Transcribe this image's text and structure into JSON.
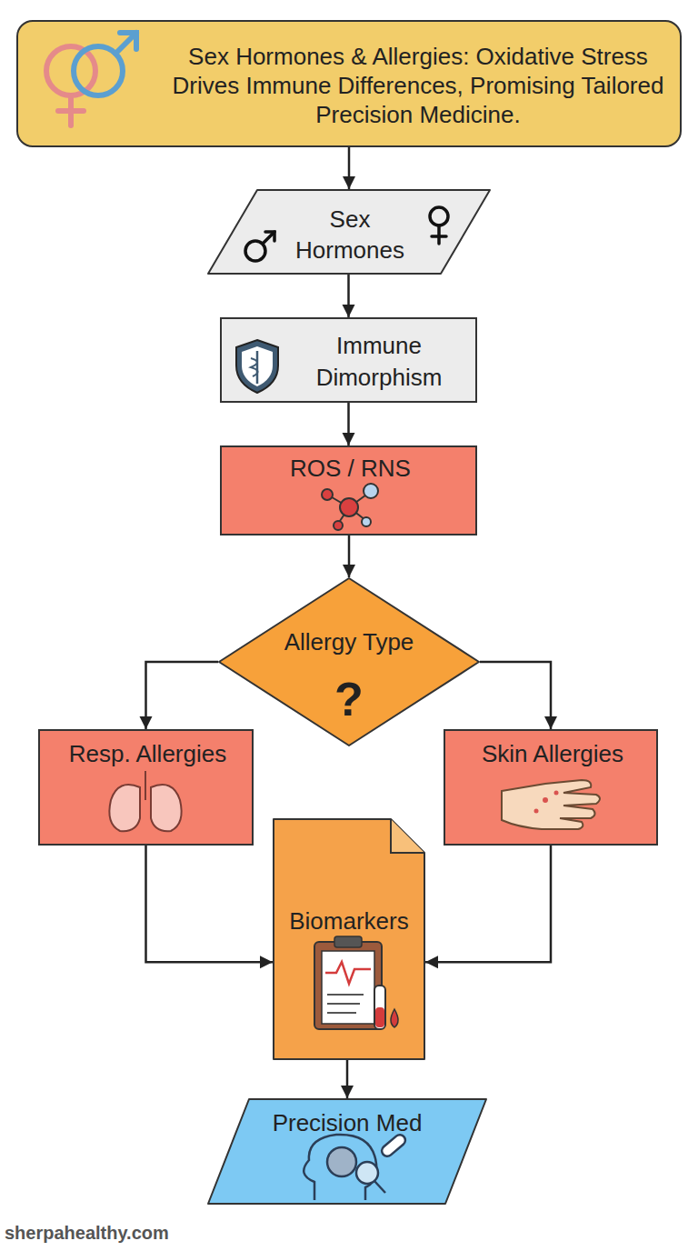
{
  "diagram": {
    "nodes": [
      {
        "text": [
          "Sex Hormones & Allergies: Oxidative Stress Drives Immune Differences, Promising Tailored Precision Medicine."
        ]
      },
      {
        "text": [
          "Sex Hormones"
        ]
      },
      {
        "text": [
          "Immune Dimorphism"
        ]
      },
      {
        "text": [
          "ROS / RNS"
        ]
      },
      {
        "text": [
          "Allergy Type",
          "?"
        ]
      },
      {
        "text": [
          "Resp. Allergies"
        ]
      },
      {
        "text": [
          "Skin Allergies"
        ]
      },
      {
        "text": [
          "Biomarkers"
        ]
      },
      {
        "text": [
          "Precision Med"
        ]
      }
    ],
    "edges": [
      {
        "from": 0,
        "to": 1,
        "arrow": "to"
      },
      {
        "from": 1,
        "to": 2,
        "arrow": "to"
      },
      {
        "from": 2,
        "to": 3,
        "arrow": "to"
      },
      {
        "from": 3,
        "to": 4,
        "arrow": "to"
      },
      {
        "from": 4,
        "to": 5,
        "arrow": "to"
      },
      {
        "from": 4,
        "to": 6,
        "arrow": "to"
      },
      {
        "from": 5,
        "to": 7,
        "arrow": "to"
      },
      {
        "from": 6,
        "to": 7,
        "arrow": "to"
      },
      {
        "from": 7,
        "to": 8,
        "arrow": "to"
      }
    ],
    "labels": [
      "sherpahealthy.com"
    ]
  }
}
